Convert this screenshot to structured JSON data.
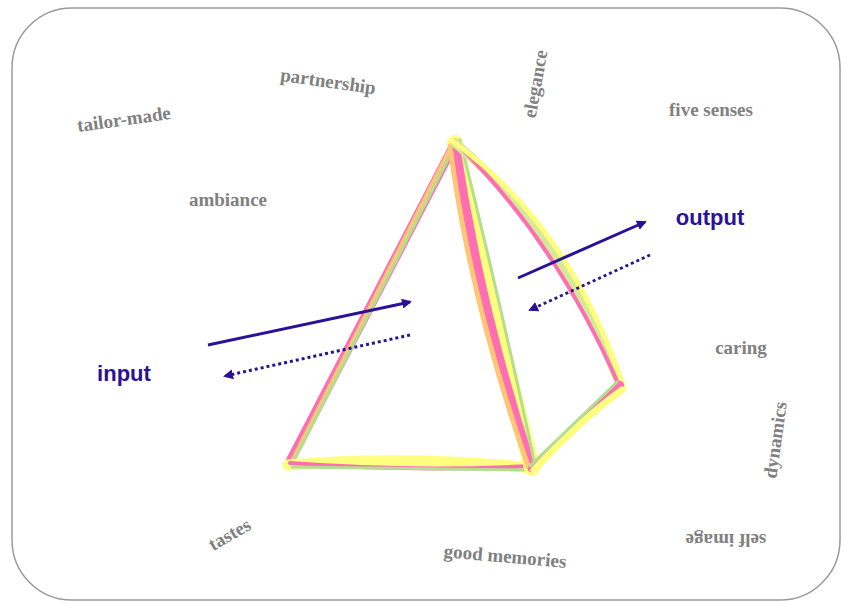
{
  "diagram": {
    "labels": [
      "partnership",
      "elegance",
      "tailor-made",
      "five senses",
      "ambiance",
      "output",
      "input",
      "caring",
      "dynamics",
      "tastes",
      "good memories",
      "self image"
    ]
  }
}
